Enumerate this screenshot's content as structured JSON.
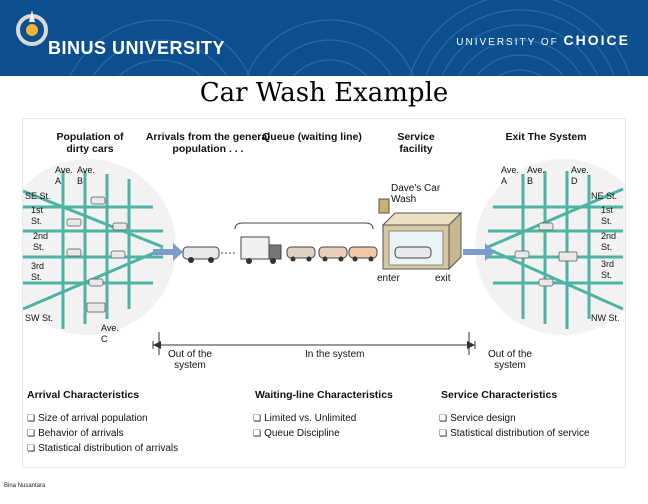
{
  "header": {
    "logo_text": "BINUS UNIVERSITY",
    "tagline_prefix": "UNIVERSITY OF",
    "tagline_word": "CHOICE"
  },
  "slide": {
    "title": "Car Wash Example"
  },
  "diagram": {
    "headings": {
      "population": "Population of dirty cars",
      "arrivals": "Arrivals from the general population . . .",
      "queue": "Queue (waiting line)",
      "service": "Service facility",
      "exit": "Exit The System"
    },
    "left_streets": {
      "ave_a": "Ave. A",
      "ave_b": "Ave. B",
      "ave_c": "Ave. C",
      "se_st": "SE St.",
      "first_st": "1st St.",
      "second_st": "2nd St.",
      "third_st": "3rd St.",
      "sw_st": "SW St."
    },
    "right_streets": {
      "ave_a": "Ave. A",
      "ave_b": "Ave. B",
      "ave_d": "Ave. D",
      "ne_st": "NE St.",
      "first_st": "1st St.",
      "second_st": "2nd St.",
      "third_st": "3rd St.",
      "nw_st": "NW St."
    },
    "facility": {
      "name": "Dave's Car Wash",
      "enter": "enter",
      "exit": "exit"
    },
    "ranges": {
      "out_left": "Out of the system",
      "in_system": "In the system",
      "out_right": "Out of the system"
    },
    "characteristics": {
      "arrival": {
        "title": "Arrival Characteristics",
        "items": [
          "Size of arrival population",
          "Behavior of arrivals",
          "Statistical distribution of arrivals"
        ]
      },
      "waiting": {
        "title": "Waiting-line Characteristics",
        "items": [
          "Limited vs. Unlimited",
          "Queue Discipline"
        ]
      },
      "service": {
        "title": "Service Characteristics",
        "items": [
          "Service design",
          "Statistical distribution of service"
        ]
      }
    },
    "colors": {
      "street": "#4fb3a4",
      "arrow": "#7a9cc8",
      "car": "#e8e8e8",
      "facility": "#d8c8a0"
    }
  },
  "footer": {
    "author": "Bina Nusantara"
  }
}
